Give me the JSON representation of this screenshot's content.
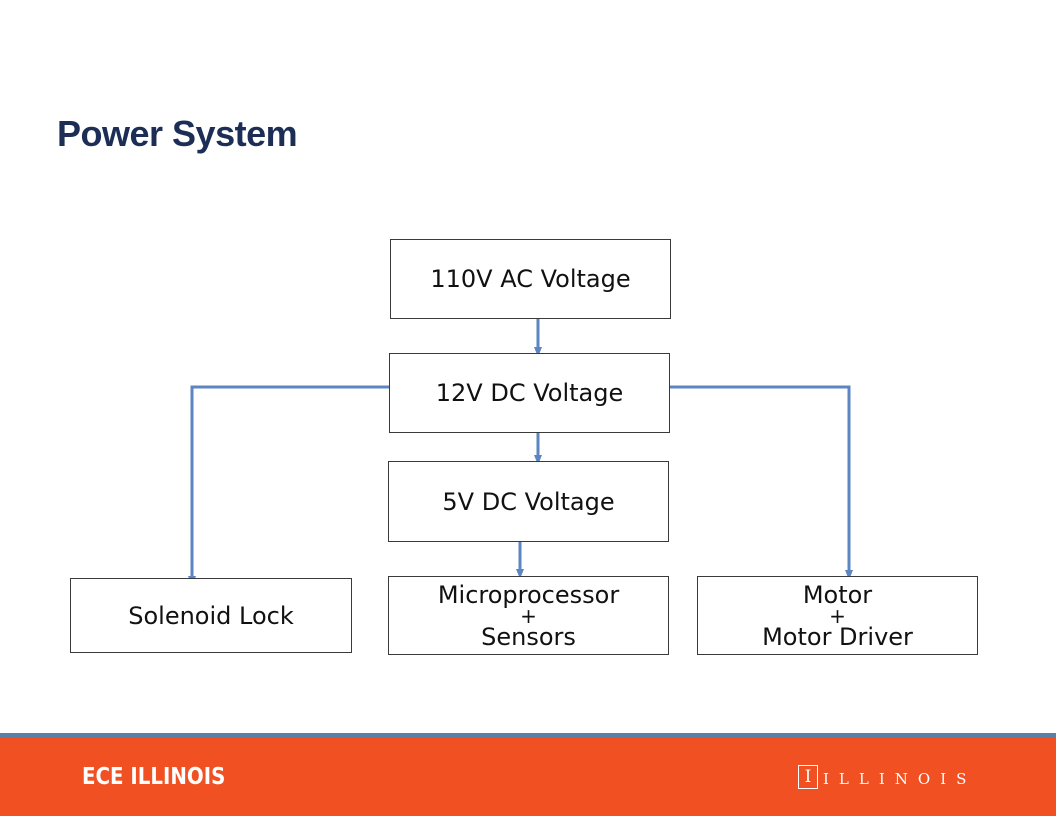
{
  "slide": {
    "title": "Power System"
  },
  "diagram": {
    "nodes": {
      "ac110": {
        "lines": [
          "110V AC Voltage"
        ]
      },
      "dc12": {
        "lines": [
          "12V DC Voltage"
        ]
      },
      "dc5": {
        "lines": [
          "5V DC Voltage"
        ]
      },
      "solenoid": {
        "lines": [
          "Solenoid Lock"
        ]
      },
      "micro": {
        "lines": [
          "Microprocessor",
          "+",
          "Sensors"
        ]
      },
      "motor": {
        "lines": [
          "Motor",
          "+",
          "Motor Driver"
        ]
      }
    },
    "edges": [
      {
        "from": "110V AC Voltage",
        "to": "12V DC Voltage"
      },
      {
        "from": "12V DC Voltage",
        "to": "5V DC Voltage"
      },
      {
        "from": "12V DC Voltage",
        "to": "Solenoid Lock"
      },
      {
        "from": "12V DC Voltage",
        "to": "Motor + Motor Driver"
      },
      {
        "from": "5V DC Voltage",
        "to": "Microprocessor + Sensors"
      }
    ],
    "colors": {
      "arrow": "#5b86c2",
      "box_border": "#3a3a3a"
    }
  },
  "footer": {
    "left_logo": "ECE ILLINOIS",
    "right_mark": "I",
    "right_logo": "ILLINOIS",
    "colors": {
      "background": "#f05022",
      "stripe": "#5b7fa6",
      "text": "#ffffff"
    }
  },
  "colors": {
    "title": "#1c2d56"
  }
}
